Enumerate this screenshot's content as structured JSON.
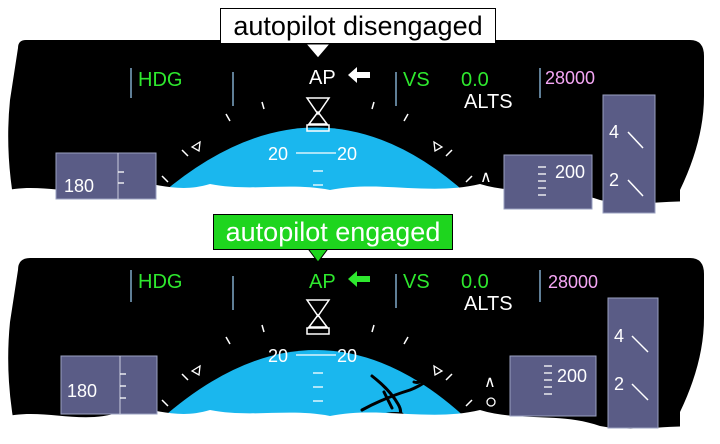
{
  "callouts": {
    "top": "autopilot disengaged",
    "bottom": "autopilot engaged"
  },
  "colors": {
    "panel_bg": "#000000",
    "sky": "#1ab7ee",
    "tape": "#5a5c86",
    "mode_green": "#2ee82e",
    "white": "#ffffff",
    "altitude_pink": "#f4a6f4",
    "callout_green": "#1ed51e"
  },
  "panels": [
    {
      "id": "disengaged",
      "hdg": "HDG",
      "ap": "AP",
      "ap_color": "#ffffff",
      "vs": "VS",
      "vs_value": "0.0",
      "alts": "ALTS",
      "alt_target": "28000",
      "heading": "180",
      "alt_tape": "200",
      "pitch_left": "20",
      "pitch_right": "20",
      "vsi_upper": "4",
      "vsi_lower": "2"
    },
    {
      "id": "engaged",
      "hdg": "HDG",
      "ap": "AP",
      "ap_color": "#2ee82e",
      "vs": "VS",
      "vs_value": "0.0",
      "alts": "ALTS",
      "alt_target": "28000",
      "heading": "180",
      "alt_tape": "200",
      "pitch_left": "20",
      "pitch_right": "20",
      "vsi_upper": "4",
      "vsi_lower": "2"
    }
  ]
}
